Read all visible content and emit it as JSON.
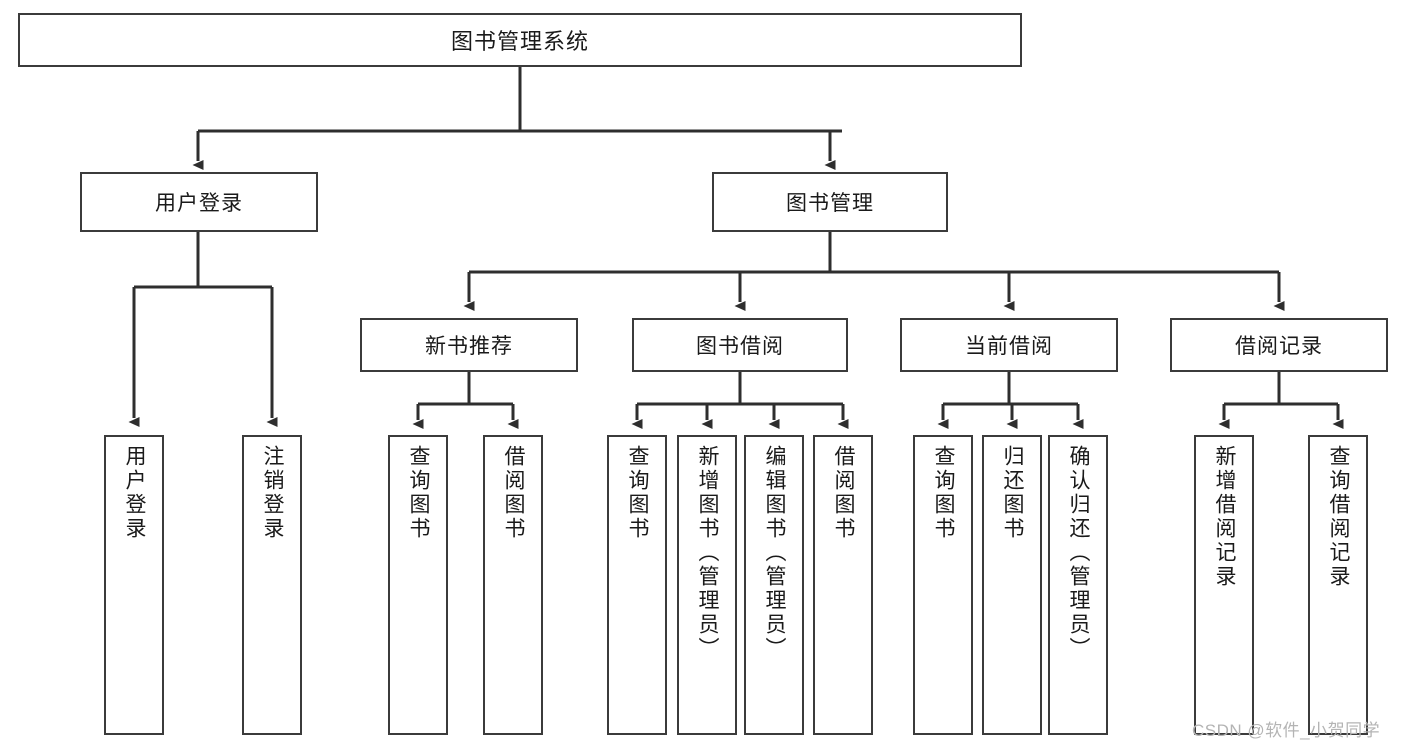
{
  "diagram": {
    "title": "图书管理系统",
    "watermark": "CSDN @软件_小贺同学",
    "line_color": "#3b3b3b",
    "box_fill": "#ffffff",
    "text_color": "#1a1a1a",
    "watermark_color": "#b4b4b4",
    "root": {
      "label": "图书管理系统"
    },
    "level2": [
      {
        "label": "用户登录"
      },
      {
        "label": "图书管理"
      }
    ],
    "level3": [
      {
        "label": "新书推荐"
      },
      {
        "label": "图书借阅"
      },
      {
        "label": "当前借阅"
      },
      {
        "label": "借阅记录"
      }
    ],
    "leaves": {
      "user_login": [
        {
          "label": "用户登录"
        },
        {
          "label": "注销登录"
        }
      ],
      "new_book": [
        {
          "label": "查询图书"
        },
        {
          "label": "借阅图书"
        }
      ],
      "book_borrow": [
        {
          "label": "查询图书"
        },
        {
          "label": "新增图书（管理员）"
        },
        {
          "label": "编辑图书（管理员）"
        },
        {
          "label": "借阅图书"
        }
      ],
      "current_borrow": [
        {
          "label": "查询图书"
        },
        {
          "label": "归还图书"
        },
        {
          "label": "确认归还（管理员）"
        }
      ],
      "borrow_record": [
        {
          "label": "新增借阅记录"
        },
        {
          "label": "查询借阅记录"
        }
      ]
    }
  }
}
